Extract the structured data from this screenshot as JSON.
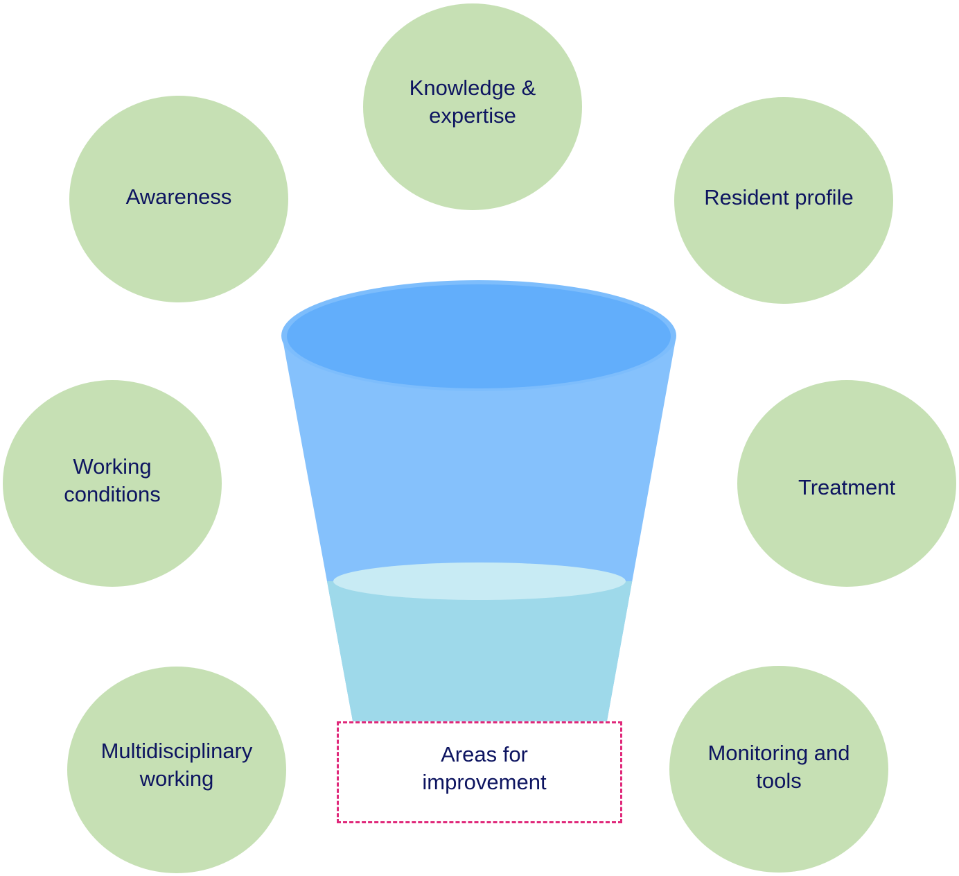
{
  "factors": [
    {
      "key": "knowledge",
      "label": "Knowledge &\nexpertise"
    },
    {
      "key": "awareness",
      "label": "Awareness"
    },
    {
      "key": "resident",
      "label": "Resident profile"
    },
    {
      "key": "working_conditions",
      "label": "Working\nconditions"
    },
    {
      "key": "treatment",
      "label": "Treatment"
    },
    {
      "key": "multidisciplinary",
      "label": "Multidisciplinary\nworking"
    },
    {
      "key": "monitoring",
      "label": "Monitoring and\ntools"
    }
  ],
  "center": {
    "label": "Areas for\nimprovement"
  },
  "colors": {
    "bubble": "#c6e0b4",
    "text": "#0d1460",
    "bucket_body": "#85c1fc",
    "bucket_rim": "#62aefb",
    "liquid": "#9ed9ea",
    "liquid_top": "#c8ebf4",
    "box_border": "#e0287a"
  }
}
